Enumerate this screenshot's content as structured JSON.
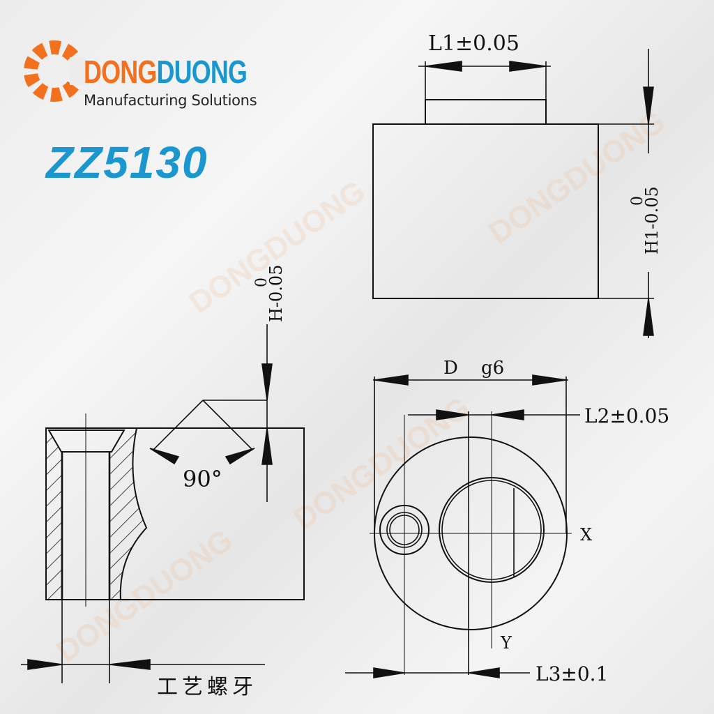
{
  "logo": {
    "brand_part1": "DONG",
    "brand_part2": "DUONG",
    "tagline": "Manufacturing Solutions",
    "orange": "#f2701e",
    "blue": "#1b97cf",
    "icon": "gear-icon"
  },
  "model": "ZZ5130",
  "watermark": "DONGDUONG",
  "dimensions": {
    "l1": "L1±0.05",
    "h1_tol_upper": "0",
    "h1": "H1-0.05",
    "h_tol_upper": "0",
    "h": "H-0.05",
    "angle": "90°",
    "thread": "工艺螺牙",
    "d": "D",
    "d_fit": "g6",
    "l2": "L2±0.05",
    "l3": "L3±0.1",
    "axis_x": "X",
    "axis_y": "Y"
  }
}
